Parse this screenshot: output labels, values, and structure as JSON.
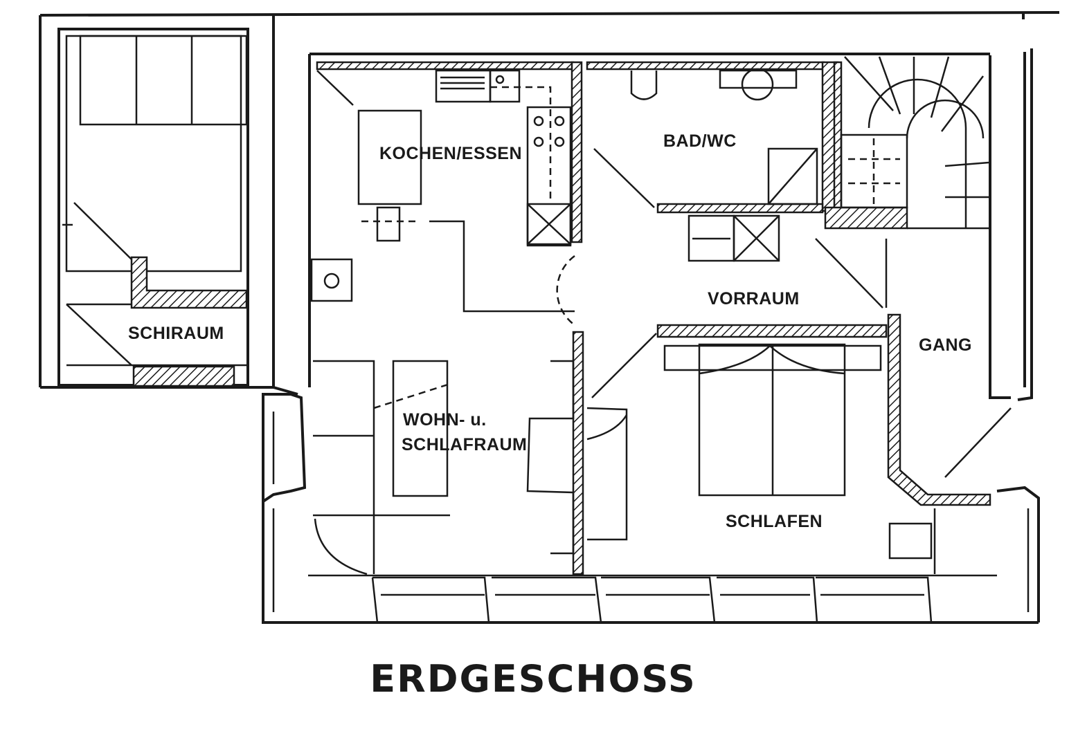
{
  "plan": {
    "title": "ERDGESCHOSS",
    "rooms": {
      "schiraum": "SCHIRAUM",
      "kochen_essen": "KOCHEN/ESSEN",
      "bad_wc": "BAD/WC",
      "vorraum": "VORRAUM",
      "gang": "GANG",
      "wohn_line1": "WOHN- u.",
      "wohn_line2": "SCHLAFRAUM",
      "schlafen": "SCHLAFEN"
    }
  }
}
